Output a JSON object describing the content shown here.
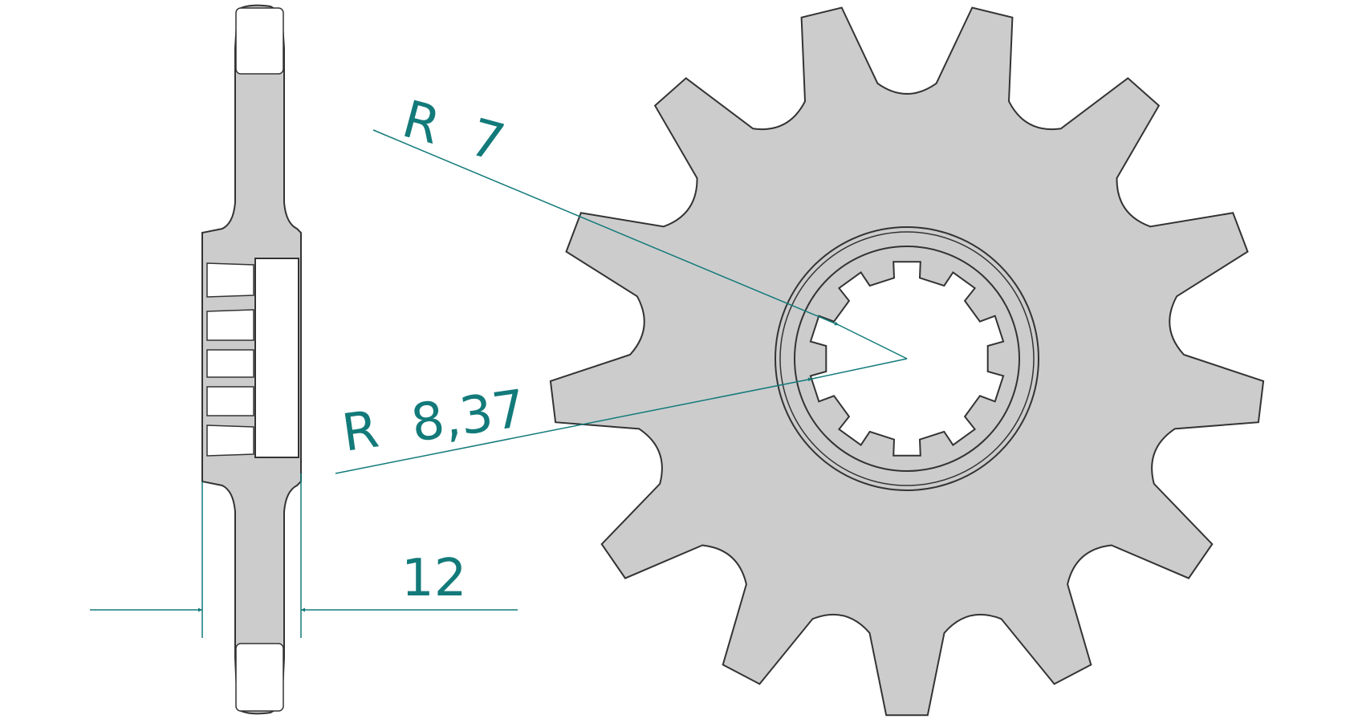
{
  "colors": {
    "part_fill": "#cccccc",
    "part_stroke": "#333333",
    "dimension": "#137a7a",
    "background": "#ffffff"
  },
  "sprocket": {
    "teeth": 13,
    "spline_teeth": 10
  },
  "dimensions": {
    "radius_inner_label": "R 7",
    "radius_outer_label": "R 8,37",
    "thickness_label": "12"
  }
}
